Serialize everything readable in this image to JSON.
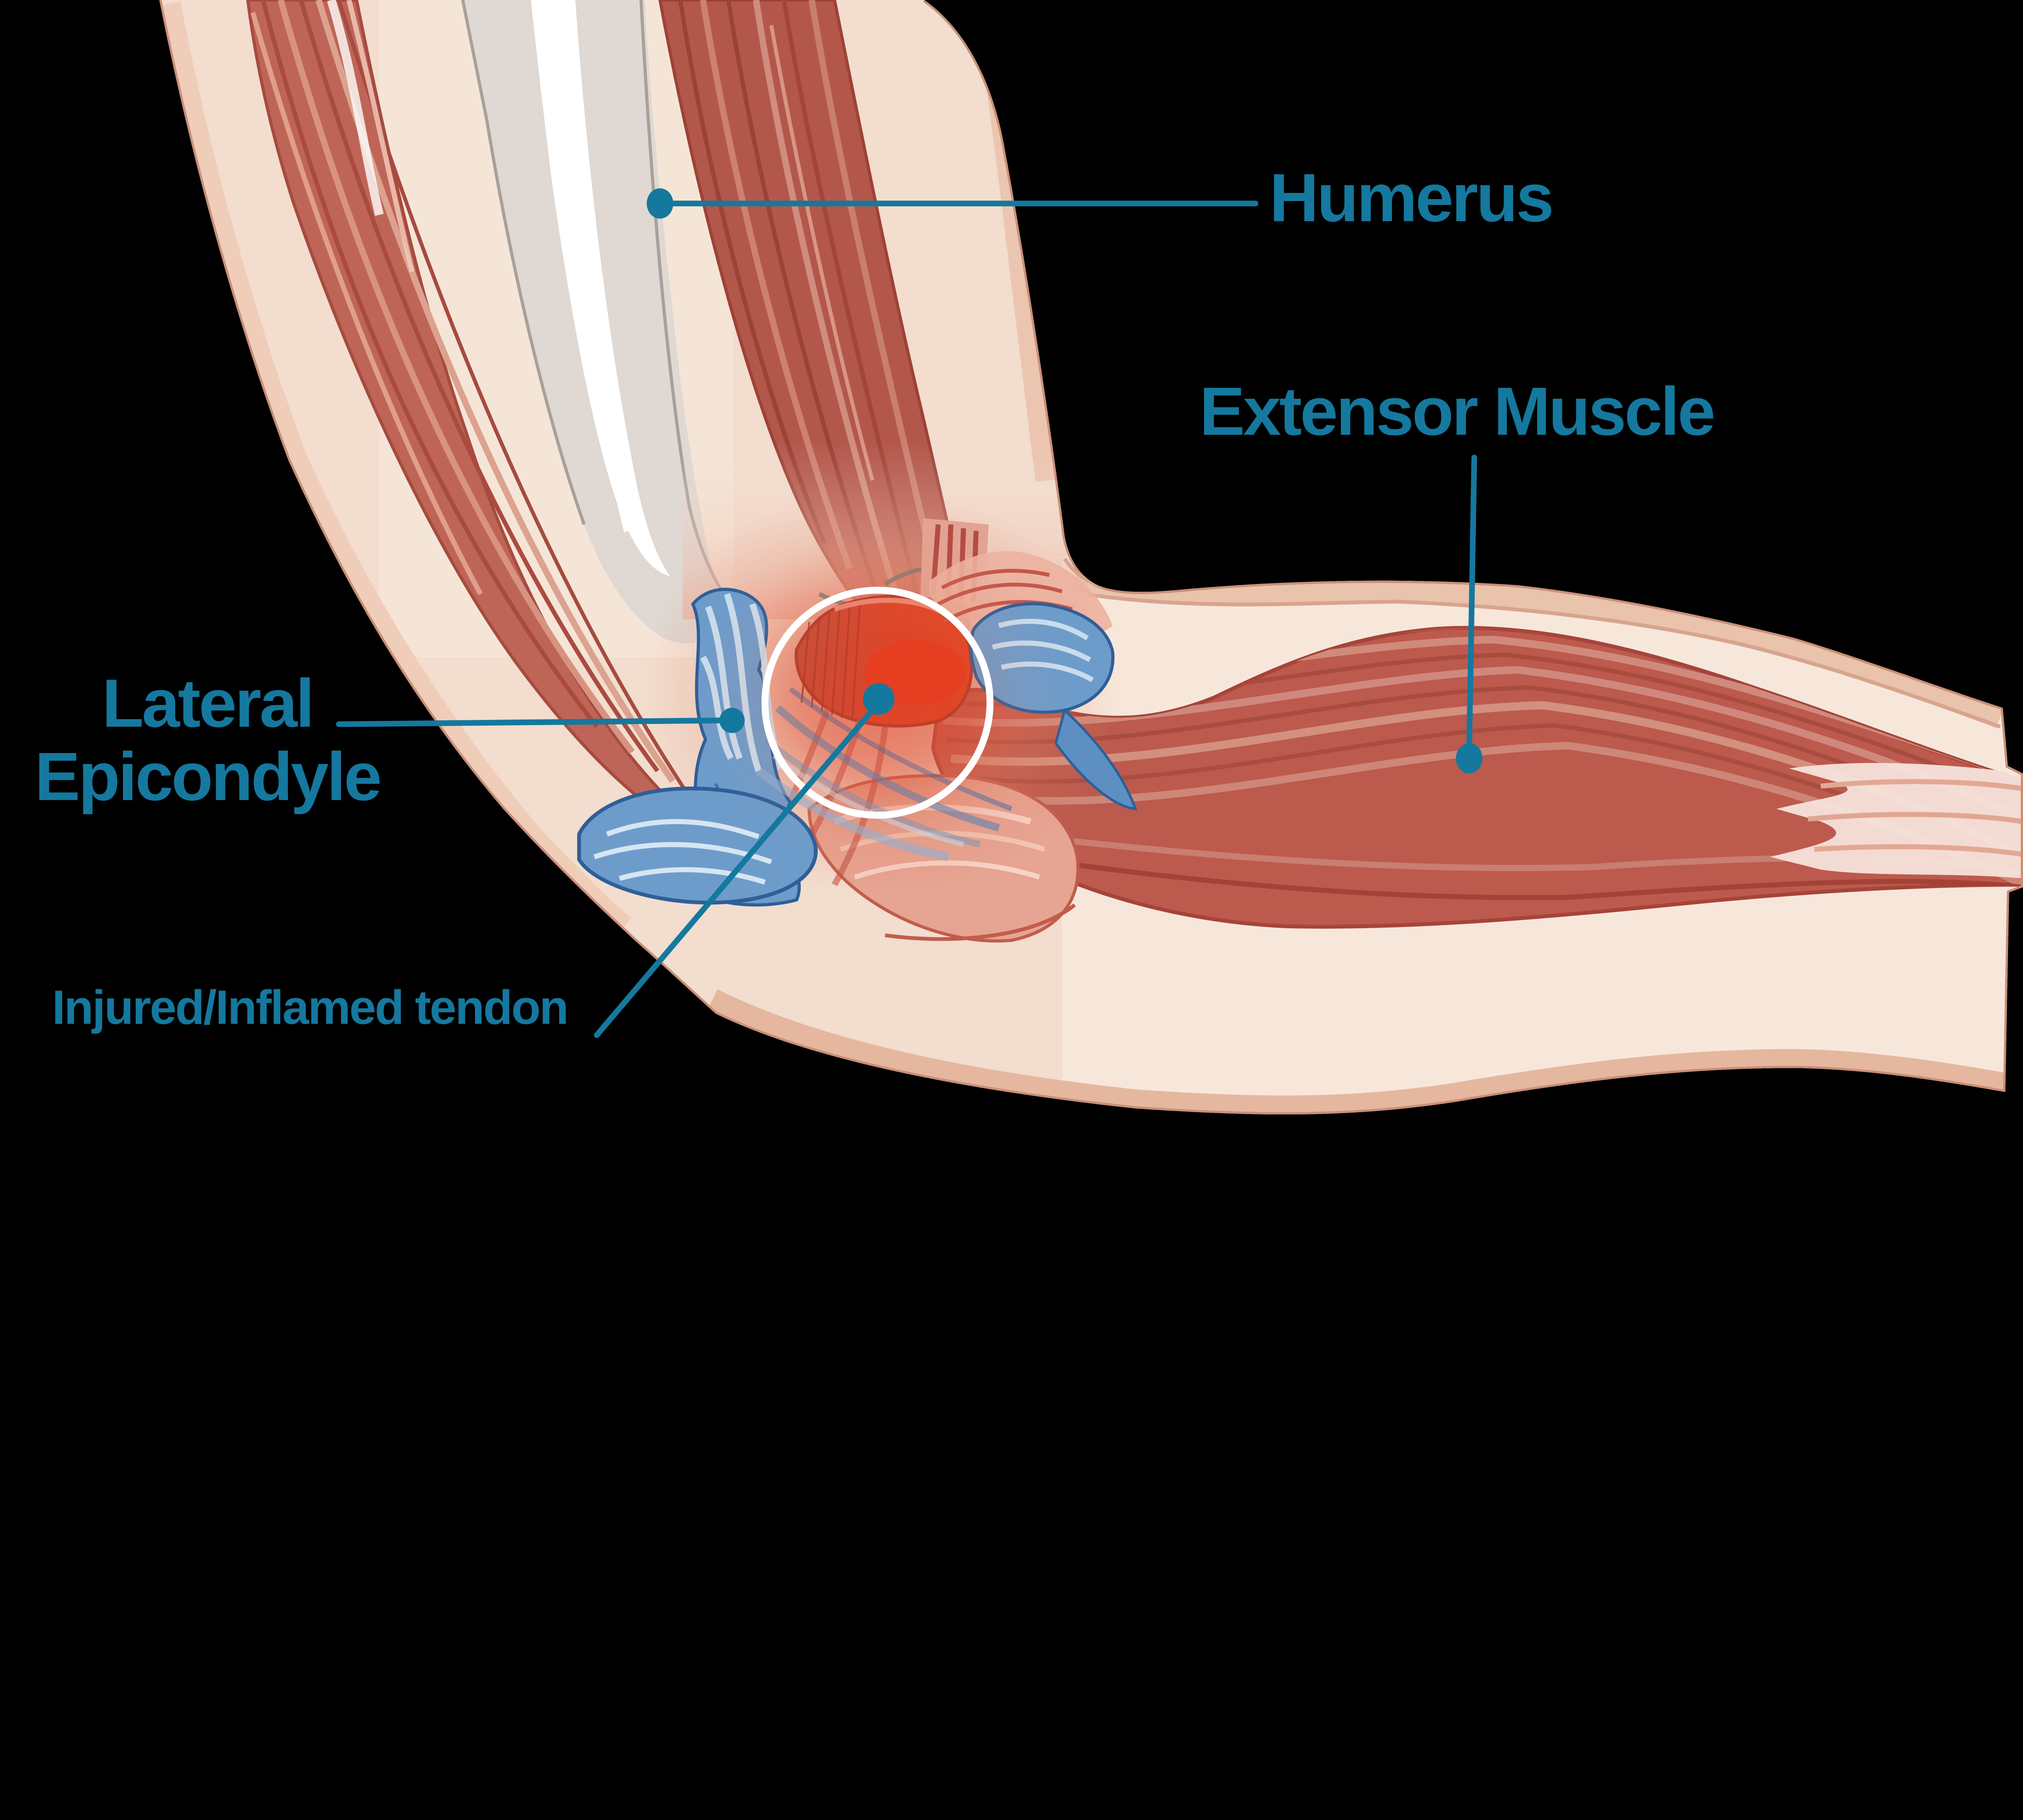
{
  "diagram": {
    "subject": "Lateral epicondylitis (tennis elbow) elbow anatomy",
    "background_color": "#000000",
    "label_color": "#15789E",
    "highlight_ring_color": "#FFFFFF"
  },
  "labels": {
    "humerus": {
      "text": "Humerus"
    },
    "extensor_muscle": {
      "text": "Extensor Muscle"
    },
    "lateral_epicondyle": {
      "line1": "Lateral",
      "line2": "Epicondyle"
    },
    "injured_tendon": {
      "text": "Injured/Inflamed tendon"
    }
  },
  "colors": {
    "skin_base": "#F2DDCE",
    "skin_light": "#F7EADF",
    "skin_shadow_band": "#E9C3AC",
    "skin_outline": "#C98F77",
    "muscle_dark": "#A94C40",
    "muscle_mid": "#BC5A4D",
    "muscle_light": "#CF897C",
    "bone_white": "#FFFFFF",
    "bone_gray": "#DFD8D3",
    "ligament_blue": "#6D9CCB",
    "ligament_blue_light": "#D4E3F0",
    "ligament_blue_outline": "#2E5F99",
    "inflamed_red": "#E03A20"
  }
}
